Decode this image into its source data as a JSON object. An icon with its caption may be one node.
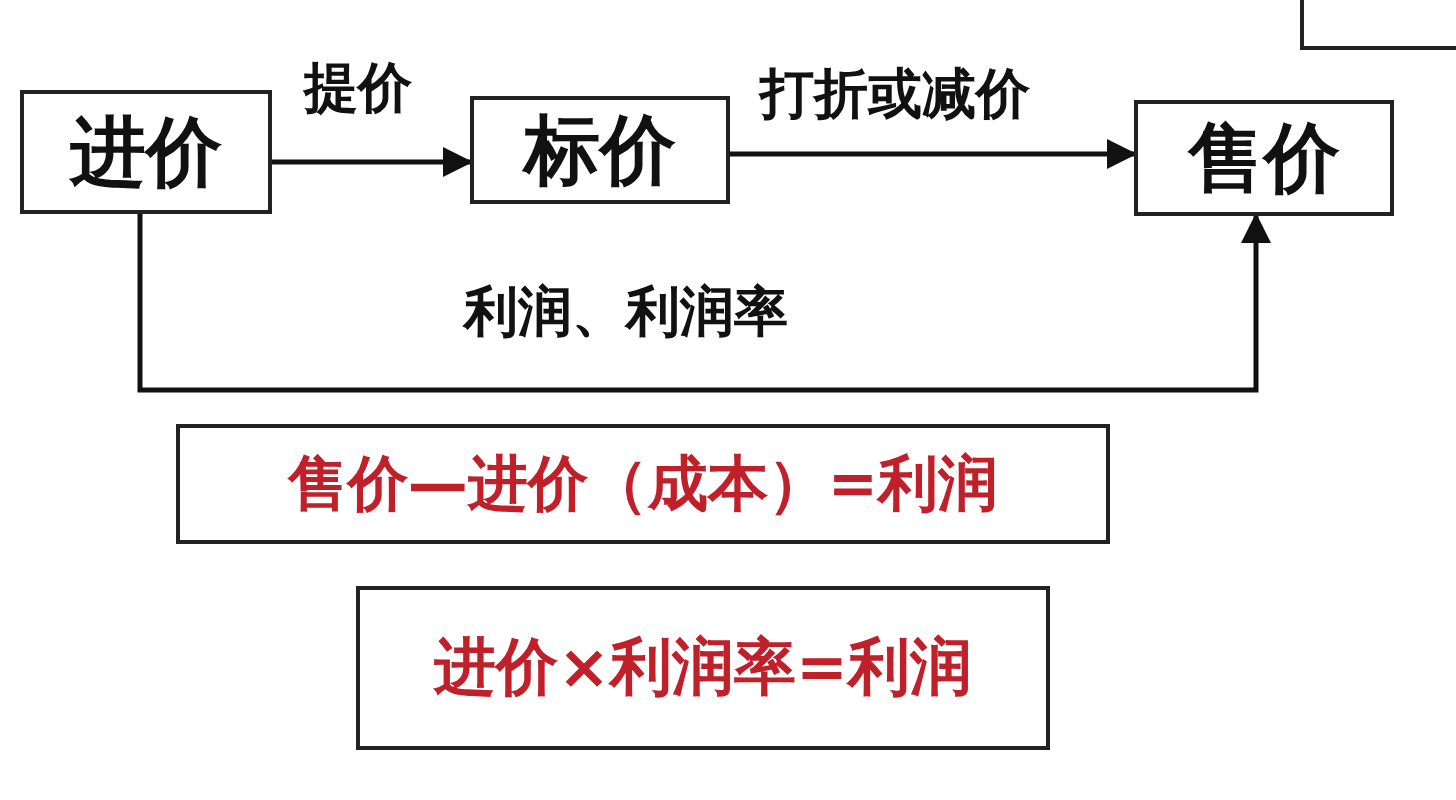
{
  "diagram": {
    "nodes": [
      {
        "text": [
          "进价"
        ]
      },
      {
        "text": [
          "标价"
        ]
      },
      {
        "text": [
          "售价"
        ]
      },
      {
        "text": [
          "售价—进价（成本）=利润"
        ]
      },
      {
        "text": [
          "进价×利润率=利润"
        ]
      },
      {
        "text": [],
        "shape": "box"
      }
    ],
    "edges": [
      {
        "from": 0,
        "to": 1,
        "arrow": "to",
        "label": "提价"
      },
      {
        "from": 1,
        "to": 2,
        "arrow": "to",
        "label": "打折或减价"
      },
      {
        "from": 0,
        "to": 2,
        "arrow": "to",
        "label": "利润、利润率"
      }
    ]
  }
}
